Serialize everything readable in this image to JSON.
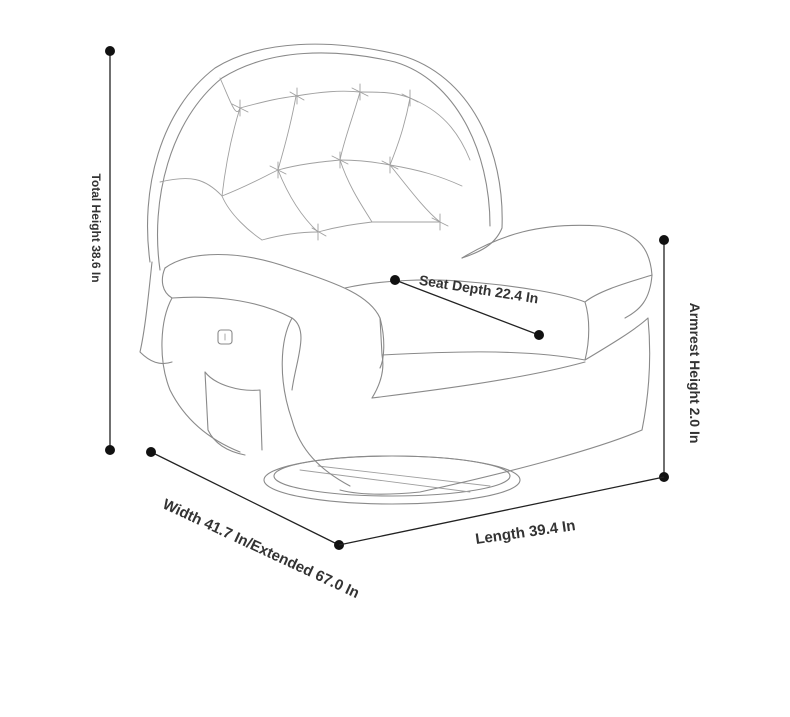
{
  "diagram": {
    "labels": {
      "total_height": "Total Height 38.6 In",
      "seat_depth": "Seat Depth 22.4 In",
      "armrest_height": "Armrest Height 2.0 In",
      "width": "Width 41.7 In/Extended 67.0 In",
      "length": "Length 39.4 In"
    },
    "colors": {
      "sketch_line": "#8a8a8a",
      "dimension_line": "#222222",
      "label_text": "#333333",
      "background": "#ffffff"
    }
  }
}
